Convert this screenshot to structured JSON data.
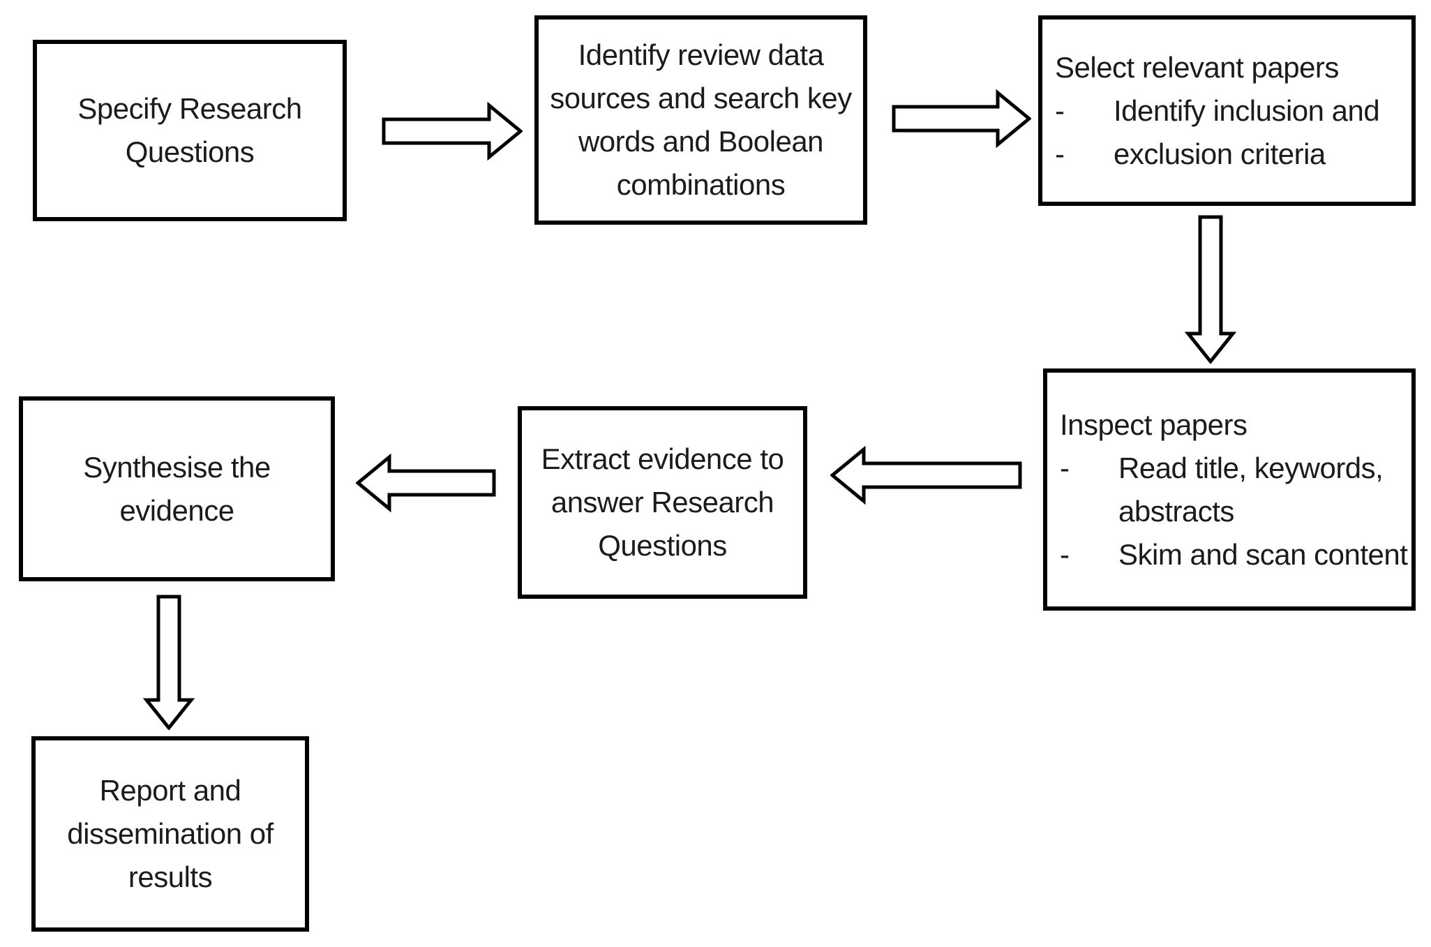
{
  "colors": {
    "background": "#ffffff",
    "text": "#1b1b1b",
    "box_border": "#000000",
    "box_fill": "#ffffff",
    "arrow_outline": "#000000",
    "arrow_fill": "#ffffff"
  },
  "flowchart": {
    "bullet_char": "-",
    "nodes": [
      {
        "id": "specify",
        "lines": [
          "Specify Research",
          "Questions"
        ]
      },
      {
        "id": "identify",
        "lines": [
          "Identify review data",
          "sources and search key",
          "words and Boolean",
          "combinations"
        ]
      },
      {
        "id": "select",
        "lines": [
          "Select relevant papers",
          "Identify inclusion and",
          "exclusion criteria"
        ]
      },
      {
        "id": "inspect",
        "lines": [
          "Inspect papers",
          "Read title, keywords,",
          "abstracts",
          "Skim and scan content"
        ]
      },
      {
        "id": "extract",
        "lines": [
          "Extract evidence to",
          "answer Research",
          "Questions"
        ]
      },
      {
        "id": "synthesise",
        "lines": [
          "Synthesise the",
          "evidence"
        ]
      },
      {
        "id": "report",
        "lines": [
          "Report and",
          "dissemination of",
          "results"
        ]
      }
    ],
    "arrows": [
      {
        "id": "specify-to-identify",
        "direction": "right"
      },
      {
        "id": "identify-to-select",
        "direction": "right"
      },
      {
        "id": "select-to-inspect",
        "direction": "down"
      },
      {
        "id": "inspect-to-extract",
        "direction": "left"
      },
      {
        "id": "extract-to-synthesise",
        "direction": "left"
      },
      {
        "id": "synthesise-to-report",
        "direction": "down"
      }
    ]
  }
}
